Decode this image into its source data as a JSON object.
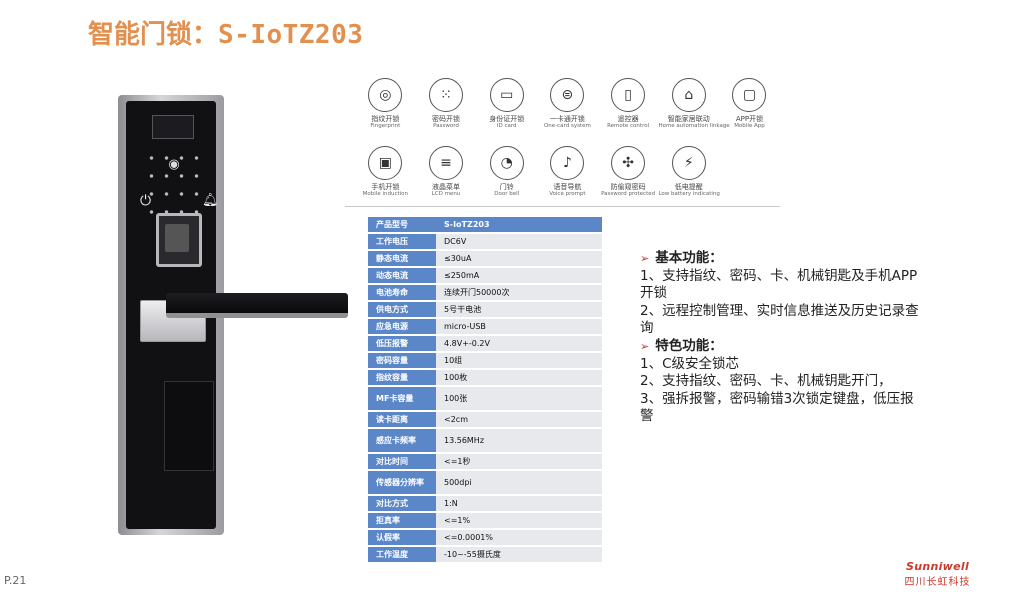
{
  "title": {
    "prefix": "智能门锁：",
    "model": "S-IoTZ203"
  },
  "icons": [
    {
      "icon": "fingerprint-icon",
      "glyph": "◎",
      "zh": "指纹开锁",
      "en": "Fingerprint"
    },
    {
      "icon": "keypad-icon",
      "glyph": "⁙",
      "zh": "密码开锁",
      "en": "Password"
    },
    {
      "icon": "id-card-icon",
      "glyph": "▭",
      "zh": "身份证开锁",
      "en": "ID card"
    },
    {
      "icon": "card-system-icon",
      "glyph": "⊜",
      "zh": "一卡通开锁",
      "en": "One-card system"
    },
    {
      "icon": "remote-control-icon",
      "glyph": "▯",
      "zh": "遥控器",
      "en": "Remote control"
    },
    {
      "icon": "home-automation-icon",
      "glyph": "⌂",
      "zh": "智能家居联动",
      "en": "Home automation linkage"
    },
    {
      "icon": "mobile-app-icon",
      "glyph": "▢",
      "zh": "APP开锁",
      "en": "Mobile App"
    },
    {
      "icon": "mobile-induction-icon",
      "glyph": "▣",
      "zh": "手机开锁",
      "en": "Mobile induction"
    },
    {
      "icon": "lcd-menu-icon",
      "glyph": "≡",
      "zh": "液晶菜单",
      "en": "LCD menu"
    },
    {
      "icon": "door-bell-icon",
      "glyph": "◔",
      "zh": "门铃",
      "en": "Door bell"
    },
    {
      "icon": "voice-prompt-icon",
      "glyph": "♪",
      "zh": "语音导航",
      "en": "Voice prompt"
    },
    {
      "icon": "password-protected-icon",
      "glyph": "✣",
      "zh": "防偷窥密码",
      "en": "Password protected"
    },
    {
      "icon": "low-battery-icon",
      "glyph": "⚡",
      "zh": "低电提醒",
      "en": "Low battery indicating"
    }
  ],
  "spec": {
    "header": {
      "k": "产品型号",
      "v": "S-IoTZ203"
    },
    "rows": [
      {
        "k": "工作电压",
        "v": "DC6V"
      },
      {
        "k": "静态电流",
        "v": "≤30uA"
      },
      {
        "k": "动态电流",
        "v": "≤250mA"
      },
      {
        "k": "电池寿命",
        "v": "连续开门50000次"
      },
      {
        "k": "供电方式",
        "v": "5号干电池"
      },
      {
        "k": "应急电源",
        "v": "micro-USB"
      },
      {
        "k": "低压报警",
        "v": "4.8V+-0.2V"
      },
      {
        "k": "密码容量",
        "v": "10组"
      },
      {
        "k": "指纹容量",
        "v": "100枚"
      },
      {
        "k": "MF卡容量",
        "v": "100张"
      },
      {
        "k": "读卡距离",
        "v": "<2cm"
      },
      {
        "k": "感应卡频率",
        "v": "13.56MHz"
      },
      {
        "k": "对比时间",
        "v": "<=1秒"
      },
      {
        "k": "传感器分辨率",
        "v": "500dpi"
      },
      {
        "k": "对比方式",
        "v": "1:N"
      },
      {
        "k": "拒真率",
        "v": "<=1%"
      },
      {
        "k": "认假率",
        "v": "<=0.0001%"
      },
      {
        "k": "工作温度",
        "v": "-10~-55摄氏度"
      }
    ]
  },
  "description": {
    "basic_heading": "基本功能：",
    "basic_items": [
      "1、支持指纹、密码、卡、机械钥匙及手机APP开锁",
      "2、远程控制管理、实时信息推送及历史记录查询"
    ],
    "special_heading": "特色功能：",
    "special_items": [
      "1、C级安全锁芯",
      "2、支持指纹、密码、卡、机械钥匙开门，",
      "3、强拆报警，密码输错3次锁定键盘，低压报警"
    ]
  },
  "footer": {
    "page": "P.21",
    "logo_en": "Sunniwell",
    "logo_cn": "四川长虹科技"
  }
}
